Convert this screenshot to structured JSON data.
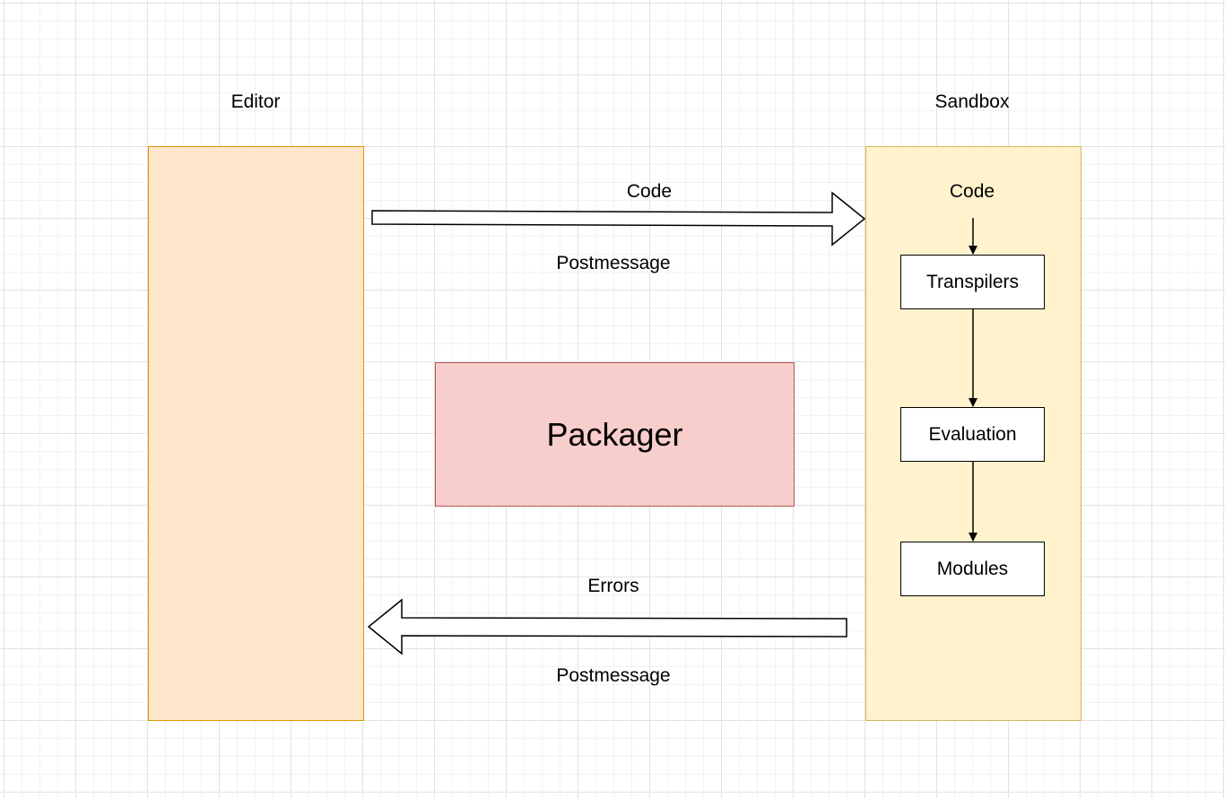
{
  "colors": {
    "editor_fill": "#ffe6cc",
    "sandbox_fill": "#fff2cc",
    "packager_fill": "#f8cecc"
  },
  "editor": {
    "title": "Editor"
  },
  "sandbox": {
    "title": "Sandbox",
    "input_label": "Code",
    "stages": [
      "Transpilers",
      "Evaluation",
      "Modules"
    ]
  },
  "packager": {
    "label": "Packager"
  },
  "flows": {
    "to_sandbox": {
      "top_label": "Code",
      "bottom_label": "Postmessage"
    },
    "to_editor": {
      "top_label": "Errors",
      "bottom_label": "Postmessage"
    }
  }
}
